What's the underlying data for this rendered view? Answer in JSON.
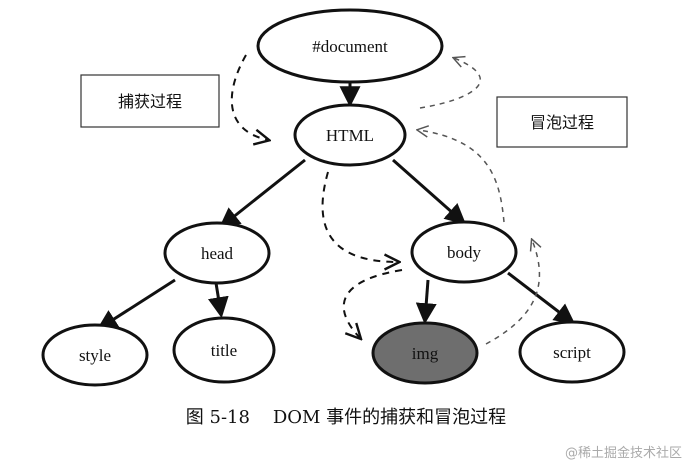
{
  "nodes": {
    "document": "#document",
    "html": "HTML",
    "head": "head",
    "body": "body",
    "style": "style",
    "title": "title",
    "img": "img",
    "script": "script"
  },
  "labels": {
    "capture": "捕获过程",
    "bubble": "冒泡过程"
  },
  "caption": "图 5-18    DOM 事件的捕获和冒泡过程",
  "watermark": "@稀土掘金技术社区",
  "colors": {
    "stroke": "#111111",
    "highlight_fill": "#6e6e6e",
    "background": "#ffffff"
  }
}
